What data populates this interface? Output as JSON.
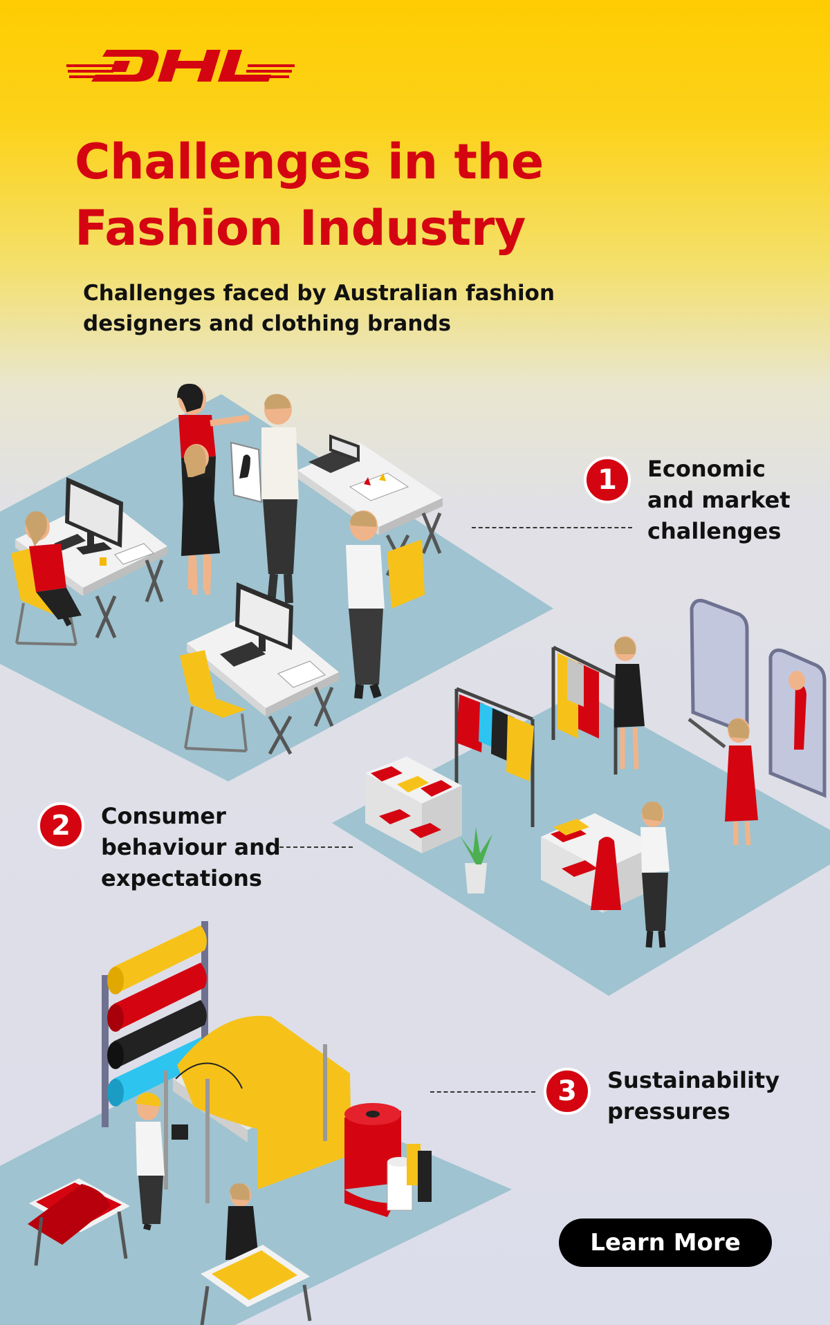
{
  "brand": {
    "logo_text": "DHL",
    "color_yellow": "#FECC00",
    "color_red": "#D40511"
  },
  "header": {
    "title_line1": "Challenges in the",
    "title_line2": "Fashion Industry",
    "subtitle_line1": "Challenges faced by Australian fashion",
    "subtitle_line2": "designers and clothing brands"
  },
  "challenges": [
    {
      "number": "1",
      "line1": "Economic",
      "line2": "and market",
      "line3": "challenges",
      "illustration": "design-studio-illustration"
    },
    {
      "number": "2",
      "line1": "Consumer",
      "line2": "behaviour and",
      "line3": "expectations",
      "illustration": "retail-store-illustration"
    },
    {
      "number": "3",
      "line1": "Sustainability",
      "line2": "pressures",
      "illustration": "textile-factory-illustration"
    }
  ],
  "cta": {
    "label": "Learn More"
  }
}
